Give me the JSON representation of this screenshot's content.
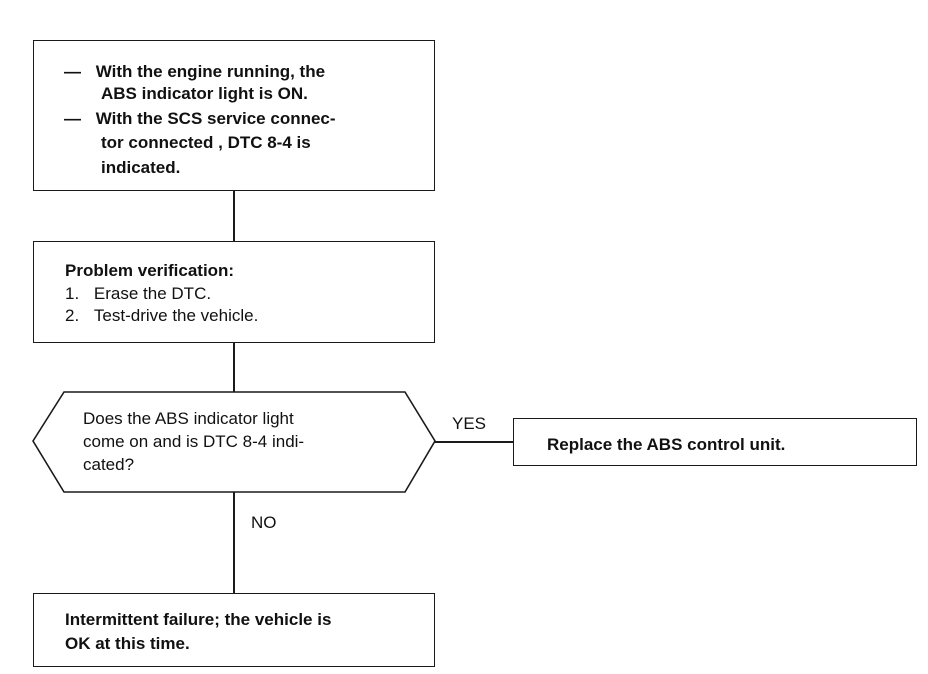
{
  "start_box": {
    "lines": [
      {
        "marker": "—",
        "text": "With the engine running, the"
      },
      {
        "marker": "",
        "text": "ABS indicator light is ON."
      },
      {
        "marker": "—",
        "text": "With the SCS service connec-"
      },
      {
        "marker": "",
        "text": "tor connected , DTC 8-4 is"
      },
      {
        "marker": "",
        "text": "indicated."
      }
    ]
  },
  "verify_box": {
    "title": "Problem verification:",
    "steps": [
      {
        "num": "1.",
        "text": "Erase the DTC."
      },
      {
        "num": "2.",
        "text": "Test-drive the vehicle."
      }
    ]
  },
  "decision": {
    "lines": [
      "Does the ABS indicator light",
      "come on and is DTC 8-4 indi-",
      "cated?"
    ]
  },
  "yes_label": "YES",
  "no_label": "NO",
  "yes_box": {
    "text": "Replace the ABS control unit."
  },
  "no_box": {
    "lines": [
      "Intermittent failure; the vehicle is",
      "OK at this time."
    ]
  }
}
